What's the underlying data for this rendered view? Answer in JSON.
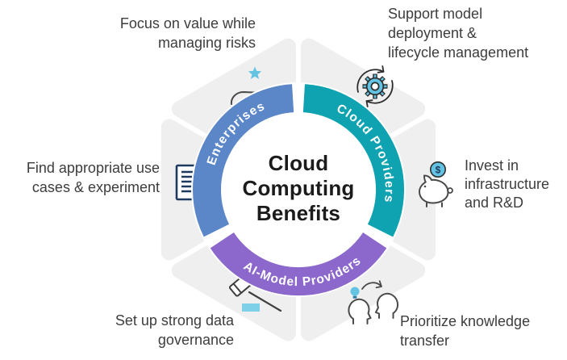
{
  "title": {
    "lines": [
      "Cloud",
      "Computing",
      "Benefits"
    ]
  },
  "ring": {
    "segments": [
      {
        "label": "Enterprises",
        "color": "#5b87c9"
      },
      {
        "label": "Cloud Providers",
        "color": "#0fa3b2"
      },
      {
        "label": "AI-Model Providers",
        "color": "#8c68cd"
      }
    ]
  },
  "benefits": [
    {
      "position": "top-left",
      "icon": "hand-with-star-icon",
      "text": "Focus on value while managing risks",
      "lines": [
        "Focus on value while",
        "managing risks"
      ]
    },
    {
      "position": "top-right",
      "icon": "gear-lifecycle-icon",
      "text": "Support model deployment & lifecycle management",
      "lines": [
        "Support model",
        "deployment &",
        "lifecycle management"
      ]
    },
    {
      "position": "middle-left",
      "icon": "document-check-icon",
      "text": "Find appropriate use cases & experiment",
      "lines": [
        "Find appropriate use",
        "cases & experiment"
      ]
    },
    {
      "position": "middle-right",
      "icon": "piggy-bank-icon",
      "text": "Invest in infrastructure and R&D",
      "lines": [
        "Invest in",
        "infrastructure",
        "and R&D"
      ]
    },
    {
      "position": "bottom-left",
      "icon": "gavel-icon",
      "text": "Set up strong data governance",
      "lines": [
        "Set up strong data",
        "governance"
      ]
    },
    {
      "position": "bottom-right",
      "icon": "knowledge-transfer-icon",
      "text": "Prioritize knowledge transfer",
      "lines": [
        "Prioritize knowledge",
        "transfer"
      ]
    }
  ],
  "icons": {
    "piggy_coin_symbol": "$"
  },
  "colors": {
    "blue": "#5b87c9",
    "teal": "#0fa3b2",
    "purple": "#8c68cd",
    "accent_light_blue": "#62c3e2",
    "gavel_base_blue": "#7ed0e8",
    "petal_gray": "#efefef",
    "navy": "#1e3a5f"
  }
}
